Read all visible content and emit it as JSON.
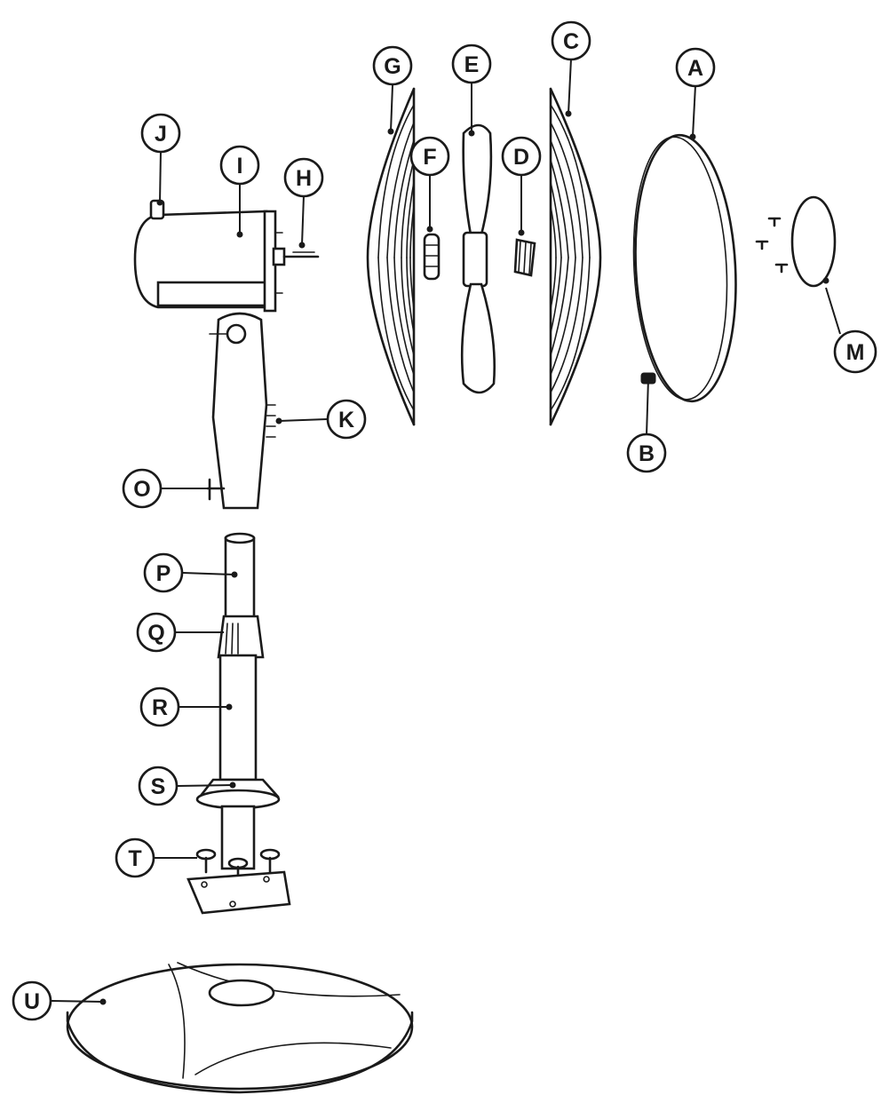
{
  "diagram": {
    "labels": {
      "A": "A",
      "B": "B",
      "C": "C",
      "D": "D",
      "E": "E",
      "F": "F",
      "G": "G",
      "H": "H",
      "I": "I",
      "J": "J",
      "K": "K",
      "M": "M",
      "O": "O",
      "P": "P",
      "Q": "Q",
      "R": "R",
      "S": "S",
      "T": "T",
      "U": "U"
    },
    "colors": {
      "line": "#1a1a1a",
      "background": "#ffffff"
    }
  }
}
